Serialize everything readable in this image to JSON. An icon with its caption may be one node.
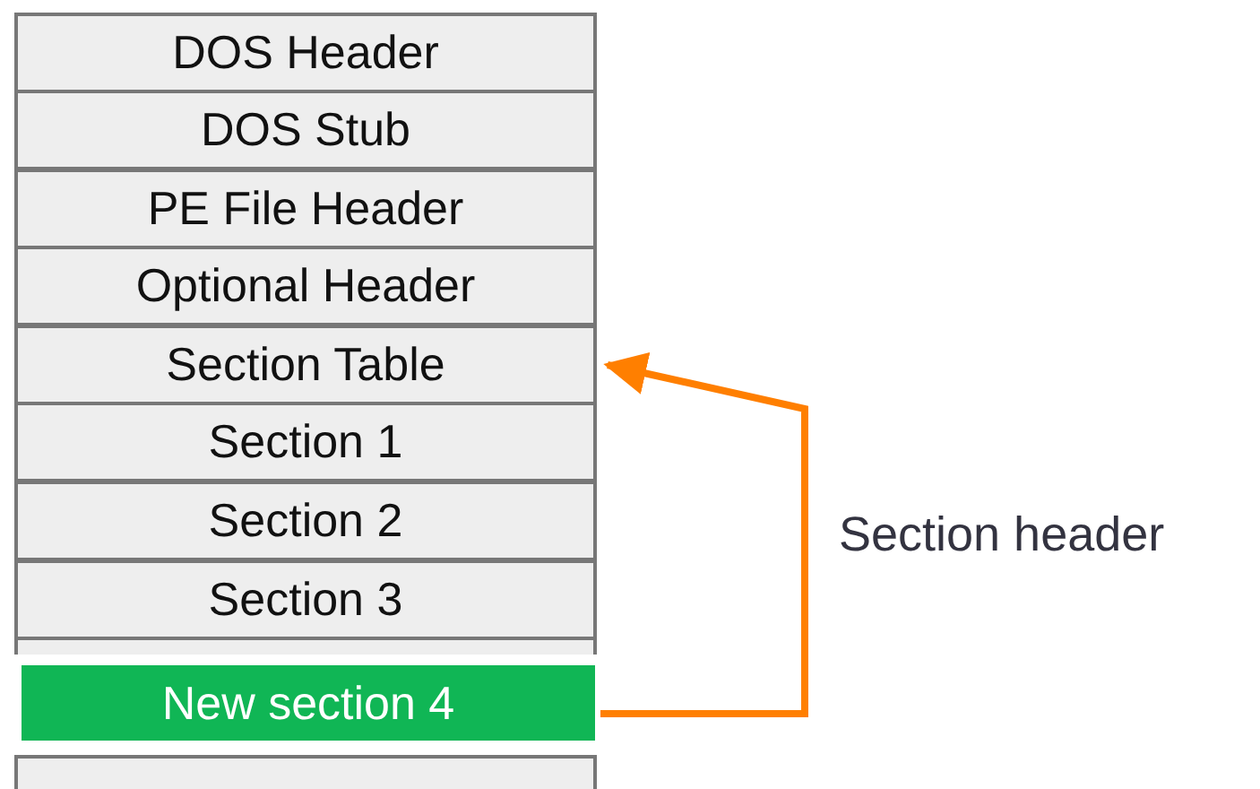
{
  "diagram": {
    "nodes": [
      {
        "text": [
          "DOS Header"
        ]
      },
      {
        "text": [
          "DOS Stub"
        ]
      },
      {
        "text": [
          "PE File Header"
        ]
      },
      {
        "text": [
          "Optional Header"
        ]
      },
      {
        "text": [
          "Section Table"
        ]
      },
      {
        "text": [
          "Section 1"
        ]
      },
      {
        "text": [
          "Section 2"
        ]
      },
      {
        "text": [
          "Section 3"
        ]
      },
      {
        "text": [],
        "shape": "box"
      },
      {
        "text": [
          "New section 4"
        ]
      },
      {
        "text": [],
        "shape": "box"
      }
    ],
    "edges": [
      {
        "from": 9,
        "to": 4,
        "arrow": "to",
        "label": "Section header",
        "color": "#ff7f00"
      }
    ]
  }
}
